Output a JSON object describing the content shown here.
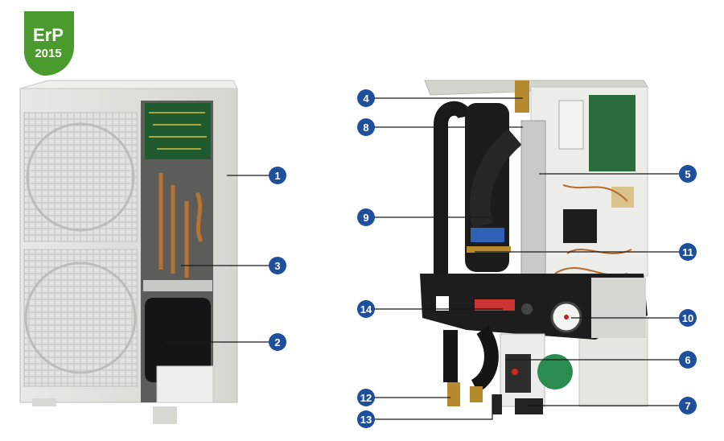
{
  "badge": {
    "line1": "ErP",
    "line2": "2015",
    "color": "#4a9a2e"
  },
  "callout_color": "#1d4f9c",
  "callouts": [
    {
      "number": "1"
    },
    {
      "number": "2"
    },
    {
      "number": "3"
    },
    {
      "number": "4"
    },
    {
      "number": "5"
    },
    {
      "number": "6"
    },
    {
      "number": "7"
    },
    {
      "number": "8"
    },
    {
      "number": "9"
    },
    {
      "number": "10"
    },
    {
      "number": "11"
    },
    {
      "number": "12"
    },
    {
      "number": "13"
    },
    {
      "number": "14"
    }
  ]
}
